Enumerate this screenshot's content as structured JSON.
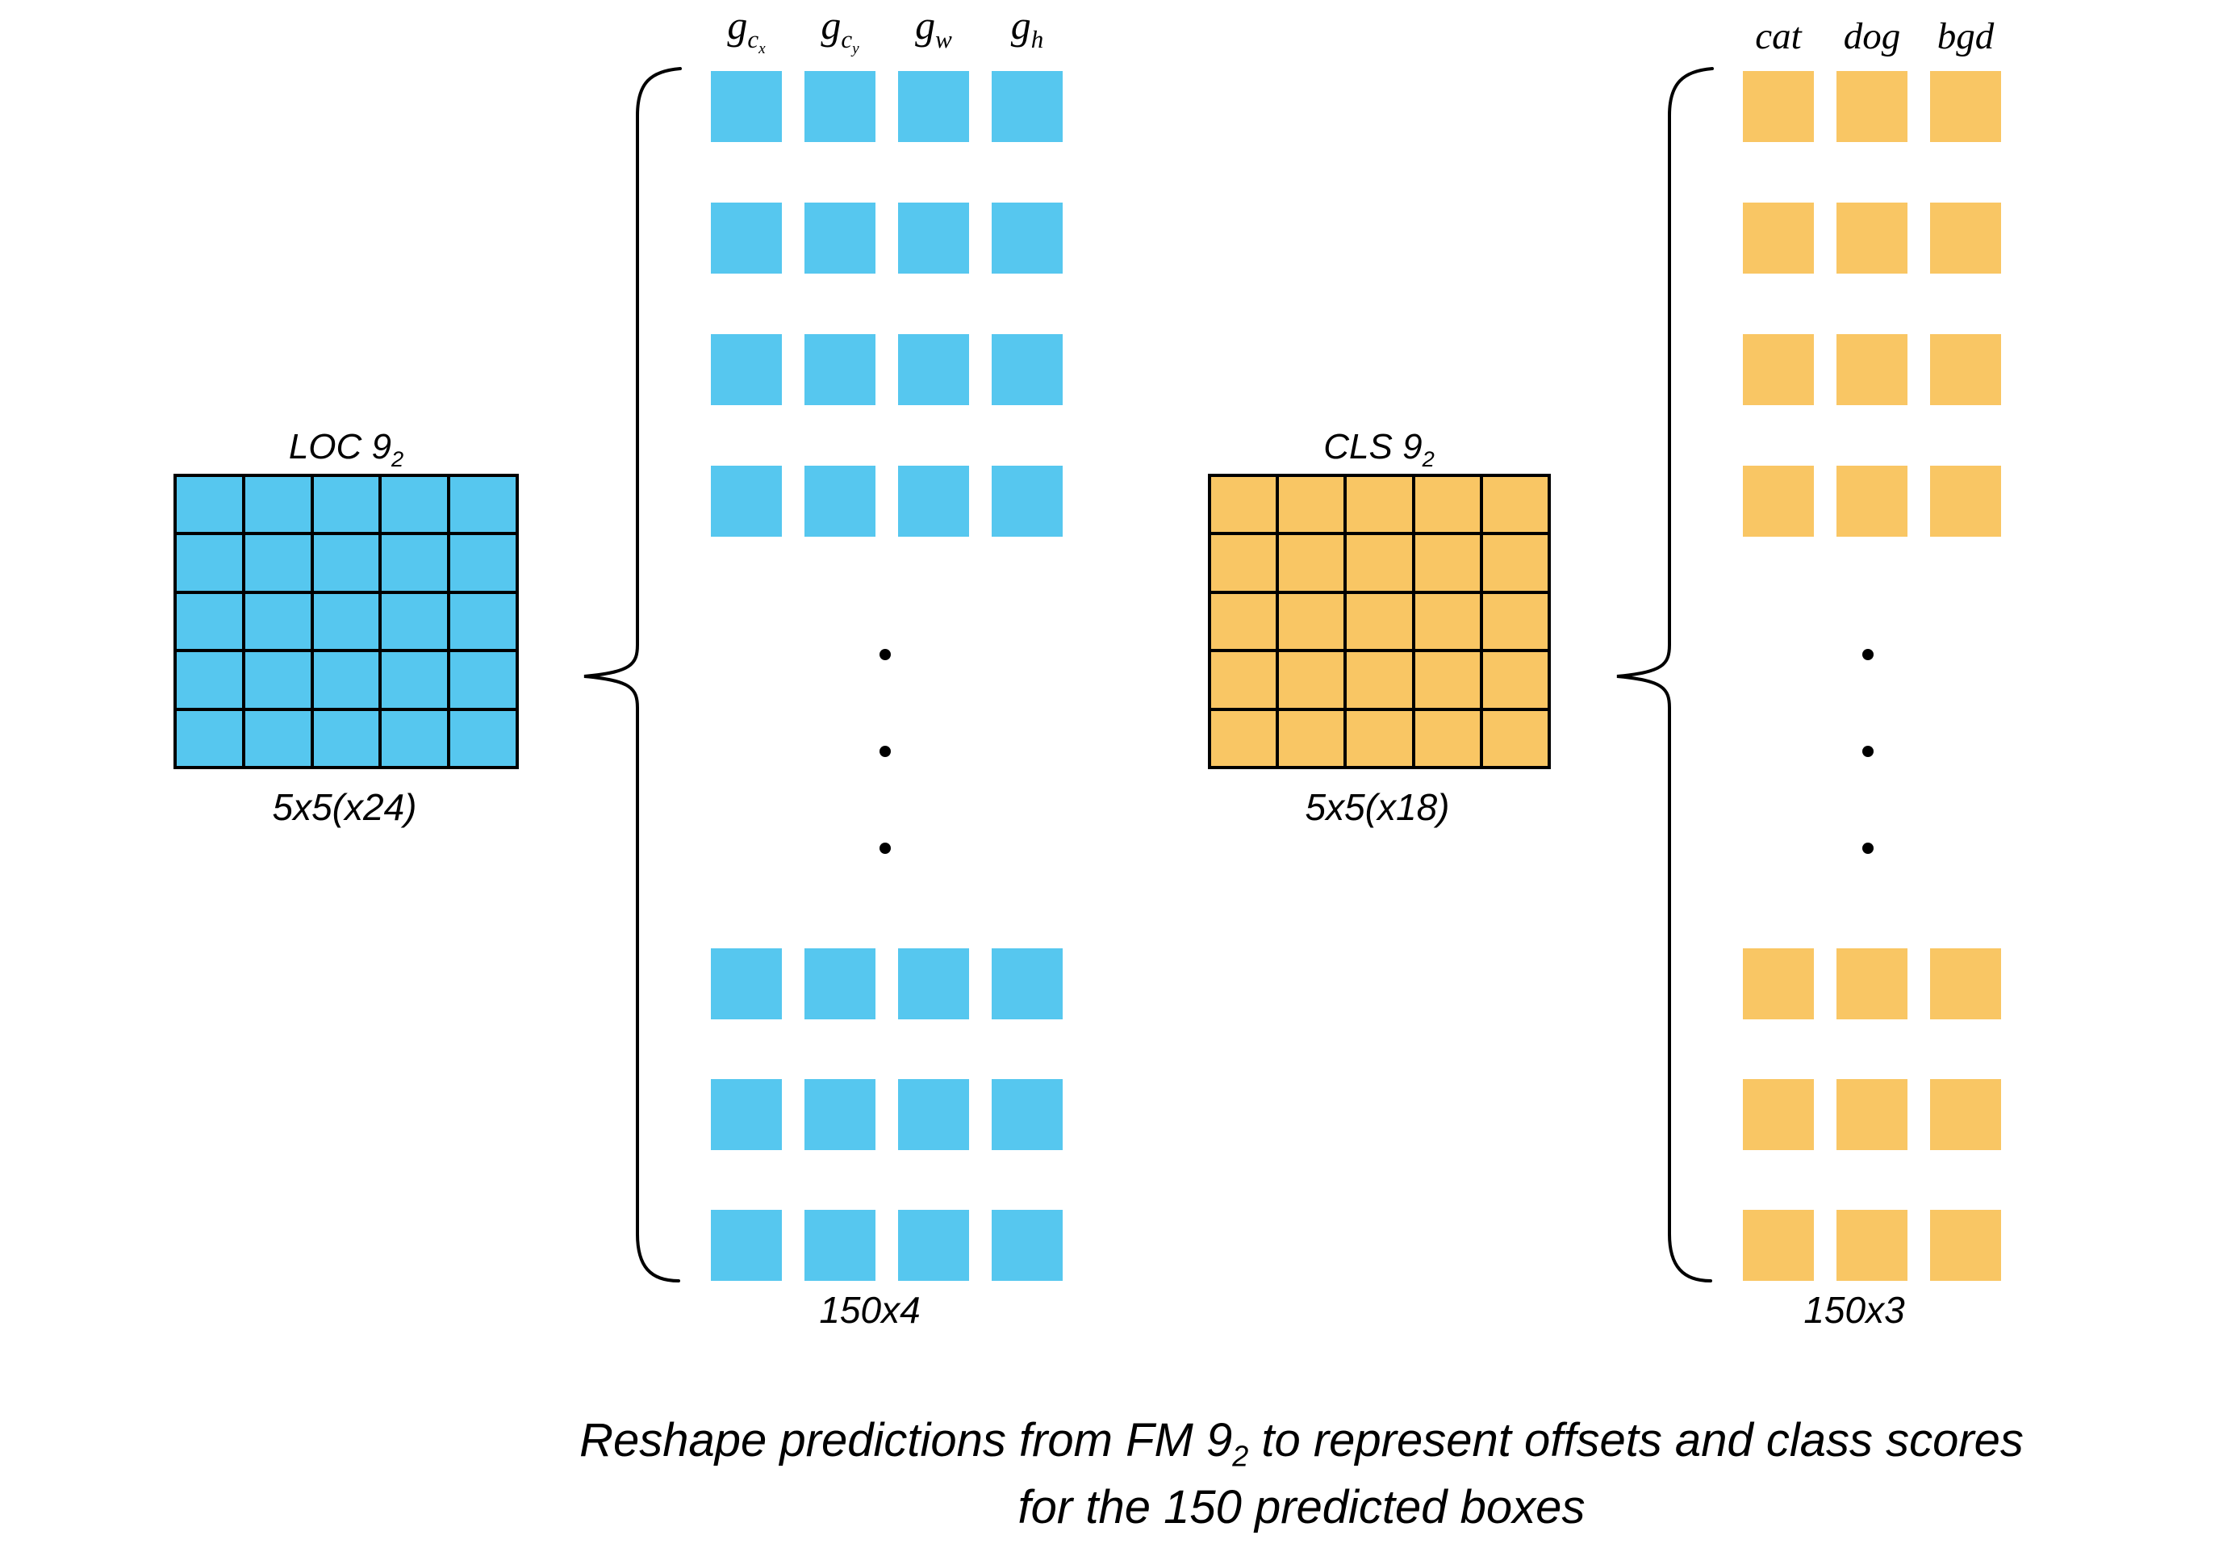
{
  "colors": {
    "square_blue": "#56C7EF",
    "square_orange": "#F9C664",
    "line_black": "#000000"
  },
  "loc_map": {
    "title_base": "LOC 9",
    "title_sub": "2",
    "size_label": "5x5(x24)",
    "rows": 5,
    "cols": 5
  },
  "cls_map": {
    "title_base": "CLS 9",
    "title_sub": "2",
    "size_label": "5x5(x18)",
    "rows": 5,
    "cols": 5
  },
  "loc_reshape": {
    "size_label": "150x4",
    "columns": 4,
    "top_rows": 4,
    "bottom_rows": 3,
    "dot_count": 3,
    "headers": [
      {
        "name": "header-g-cx",
        "base": "g",
        "sub": "c",
        "subsub": "x"
      },
      {
        "name": "header-g-cy",
        "base": "g",
        "sub": "c",
        "subsub": "y"
      },
      {
        "name": "header-g-w",
        "base": "g",
        "sub": "w"
      },
      {
        "name": "header-g-h",
        "base": "g",
        "sub": "h"
      }
    ]
  },
  "cls_reshape": {
    "size_label": "150x3",
    "columns": 3,
    "top_rows": 4,
    "bottom_rows": 3,
    "dot_count": 3,
    "headers": [
      {
        "name": "header-cat",
        "base": "cat"
      },
      {
        "name": "header-dog",
        "base": "dog"
      },
      {
        "name": "header-bgd",
        "base": "bgd"
      }
    ]
  },
  "caption": {
    "line1_pre": "Reshape predictions from FM 9",
    "line1_sub": "2",
    "line1_post": " to represent offsets and class scores",
    "line2": "for the 150 predicted boxes"
  }
}
